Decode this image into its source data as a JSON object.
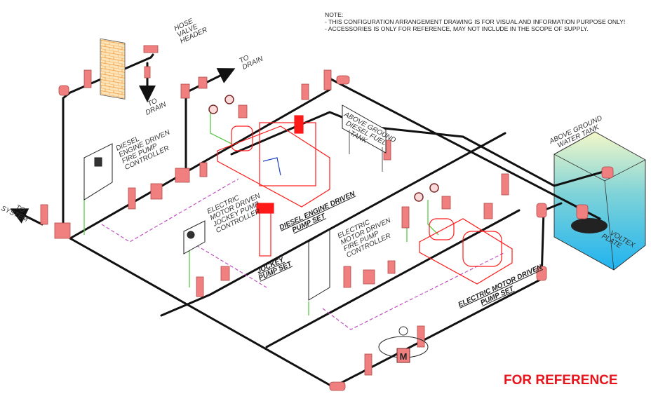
{
  "note": {
    "title": "NOTE:",
    "lines": [
      "- THIS CONFIGURATION ARRANGEMENT DRAWING IS FOR VISUAL  AND INFORMATION PURPOSE ONLY!",
      "- ACCESSORIES IS ONLY FOR REFERENCE, MAY NOT INCLUDE IN THE SCOPE OF SUPPLY."
    ]
  },
  "labels": {
    "hose_valve_header": [
      "HOSE",
      "VALVE",
      "HEADER"
    ],
    "to_drain_1": [
      "TO",
      "DRAIN"
    ],
    "to_drain_2": [
      "TO",
      "DRAIN"
    ],
    "to_system": [
      "TO",
      "SYSTEM"
    ],
    "diesel_controller": [
      "DIESEL",
      "ENGINE DRIVEN",
      "FIRE PUMP",
      "CONTROLLER"
    ],
    "jockey_controller": [
      "ELECTRIC",
      "MOTOR DRIVEN",
      "JOCKEY PUMP",
      "CONTROLLER"
    ],
    "jockey_pump_set": [
      "JOCKEY",
      "PUMP SET"
    ],
    "diesel_pump_set": [
      "DIESEL ENGINE DRIVEN",
      "PUMP SET"
    ],
    "diesel_fuel_tank": [
      "ABOVE GROUND",
      "DIESEL FUEL",
      "TANK"
    ],
    "water_tank": [
      "ABOVE GROUND",
      "WATER TANK"
    ],
    "voltex_plate": [
      "VOLTEX",
      "PLATE"
    ],
    "electric_controller": [
      "ELECTRIC",
      "MOTOR DRIVEN",
      "FIRE PUMP",
      "CONTROLLER"
    ],
    "electric_pump_set": [
      "ELECTRIC MOTOR DRIVEN",
      "PUMP SET"
    ],
    "meter_letter": "M"
  },
  "watermark": "FOR REFERENCE",
  "colors": {
    "pipe": "#111111",
    "valve": "#f08080",
    "equipment": "#ff1a1a",
    "signal": "#5cc94a",
    "control": "#c050c0",
    "reference": "#e8141c"
  }
}
